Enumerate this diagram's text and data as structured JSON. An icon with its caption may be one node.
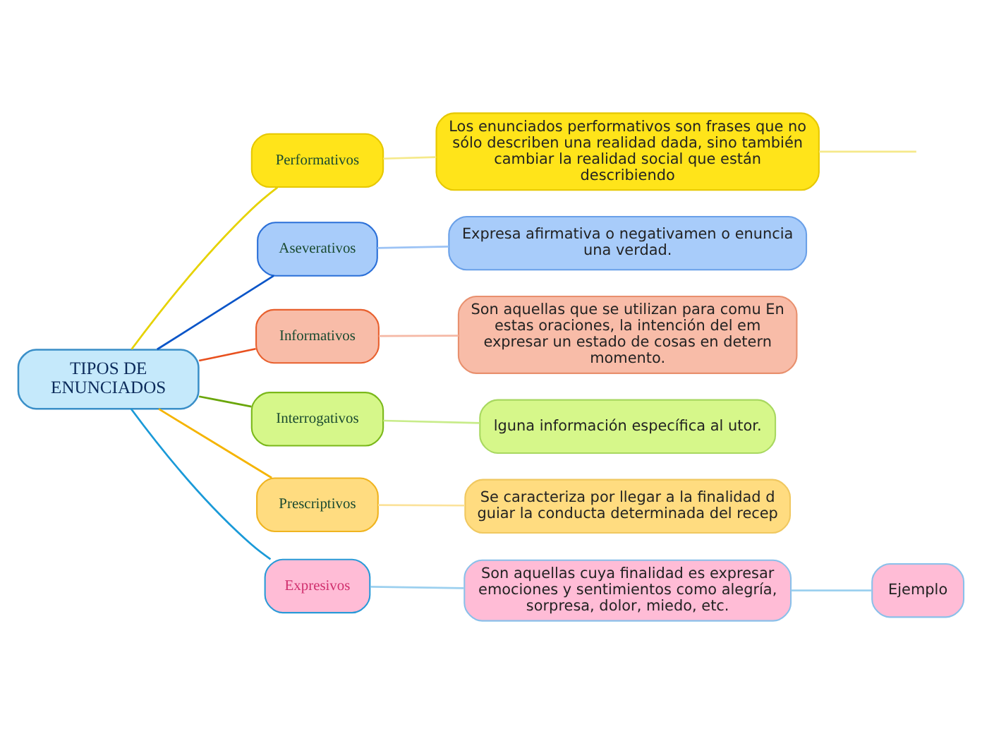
{
  "diagram": {
    "nodes": [
      {
        "text": [
          "TIPOS DE ENUNCIADOS"
        ]
      },
      {
        "text": [
          "Performativos"
        ]
      },
      {
        "text": [
          "Los enunciados performativos son frases que no sólo describen una realidad dada, sino también cambiar la realidad social que están describiendo"
        ]
      },
      {
        "text": [
          "Aseverativos"
        ]
      },
      {
        "text": [
          "Expresa afirmativa o negativamen o enuncia una verdad."
        ]
      },
      {
        "text": [
          "Informativos"
        ]
      },
      {
        "text": [
          "Son aquellas que se utilizan para comu En estas oraciones, la intención del em expresar un estado de cosas en detern momento."
        ]
      },
      {
        "text": [
          "Interrogativos"
        ]
      },
      {
        "text": [
          "lguna información específica al utor."
        ]
      },
      {
        "text": [
          "Prescriptivos"
        ]
      },
      {
        "text": [
          "Se caracteriza por llegar a la finalidad d guiar la conducta determinada del recep"
        ]
      },
      {
        "text": [
          "Expresivos"
        ]
      },
      {
        "text": [
          "Son aquellas cuya finalidad es expresar emociones y sentimientos como alegría, sorpresa, dolor, miedo, etc."
        ]
      },
      {
        "text": [
          "Ejemplo"
        ]
      }
    ],
    "edges": [
      {
        "from": 0,
        "to": 1,
        "arrow": "none",
        "color": "#e6d200"
      },
      {
        "from": 1,
        "to": 2,
        "arrow": "none",
        "color": "#f5e98a"
      },
      {
        "from": 2,
        "to": null,
        "arrow": "none",
        "color": "#f5e98a"
      },
      {
        "from": 0,
        "to": 3,
        "arrow": "none",
        "color": "#0a55c8"
      },
      {
        "from": 3,
        "to": 4,
        "arrow": "none",
        "color": "#9cc3f5"
      },
      {
        "from": 0,
        "to": 5,
        "arrow": "none",
        "color": "#e8501e"
      },
      {
        "from": 5,
        "to": 6,
        "arrow": "none",
        "color": "#f5b8a5"
      },
      {
        "from": 0,
        "to": 7,
        "arrow": "none",
        "color": "#6aa60a"
      },
      {
        "from": 7,
        "to": 8,
        "arrow": "none",
        "color": "#c8ec8a"
      },
      {
        "from": 0,
        "to": 9,
        "arrow": "none",
        "color": "#f5b400"
      },
      {
        "from": 9,
        "to": 10,
        "arrow": "none",
        "color": "#fbe29a"
      },
      {
        "from": 0,
        "to": 11,
        "arrow": "none",
        "color": "#1a9ad8"
      },
      {
        "from": 11,
        "to": 12,
        "arrow": "none",
        "color": "#9cd0ef"
      },
      {
        "from": 12,
        "to": 13,
        "arrow": "none",
        "color": "#9cd0ef"
      }
    ]
  }
}
